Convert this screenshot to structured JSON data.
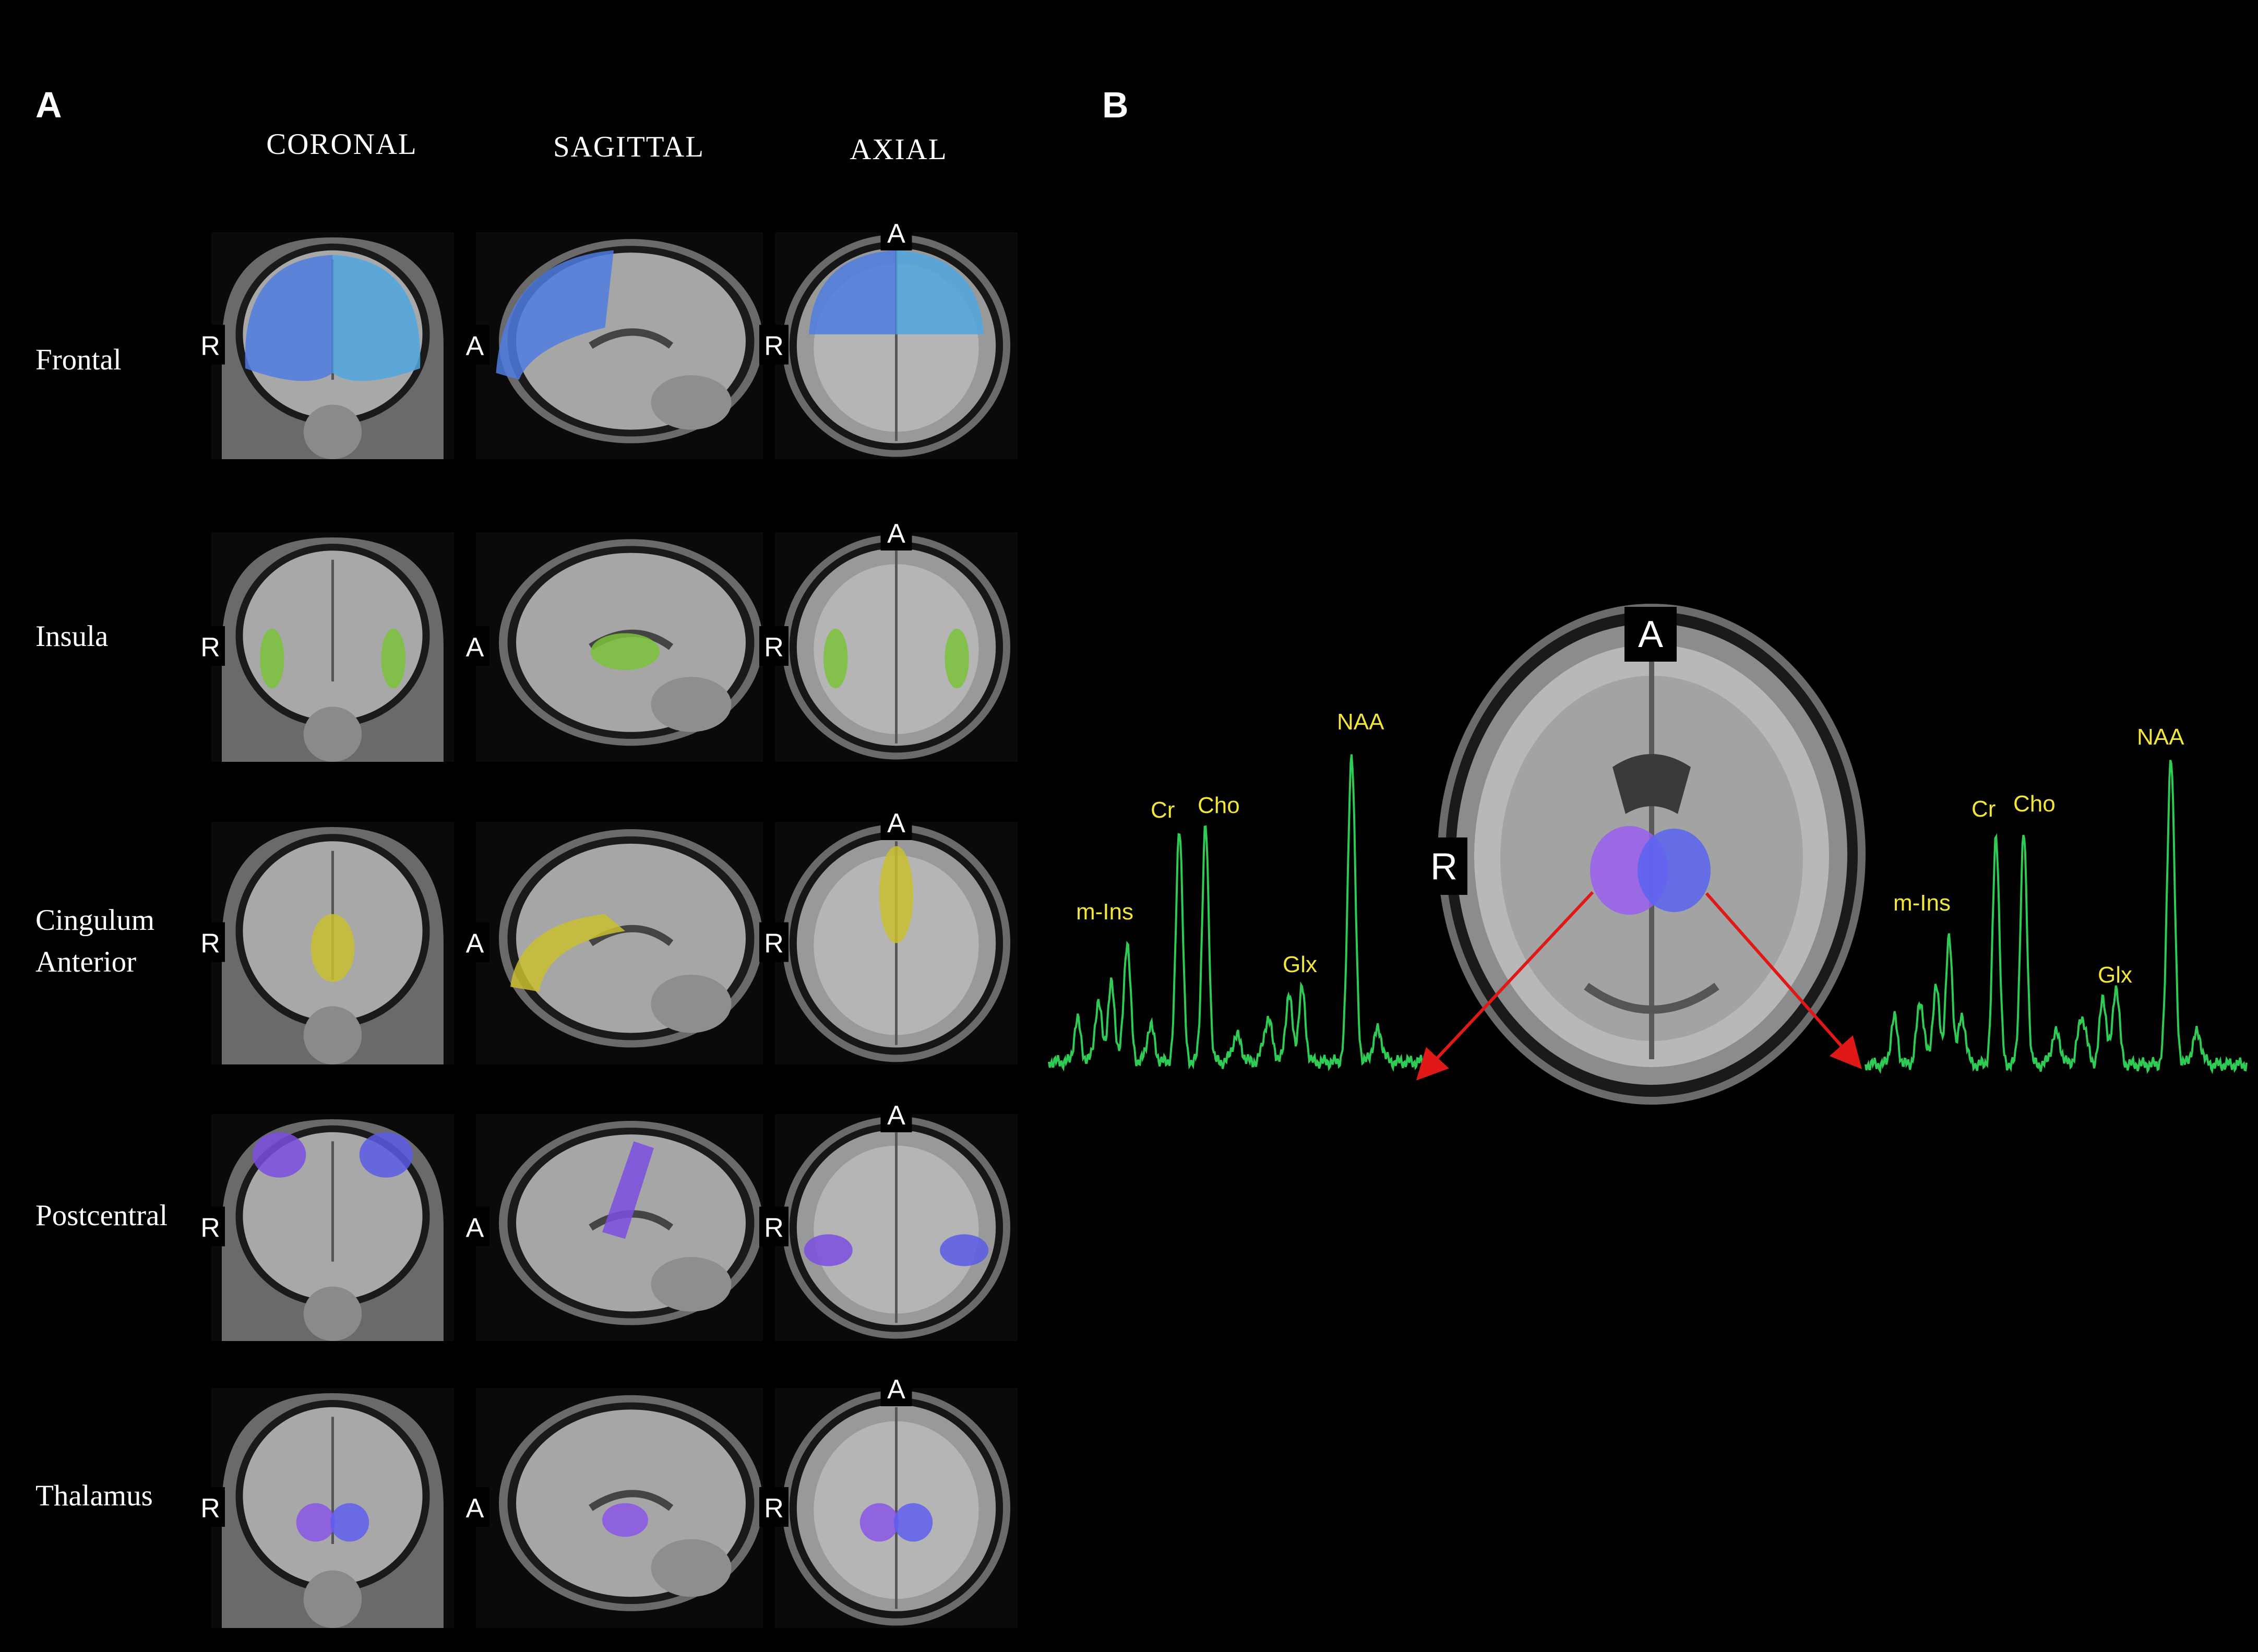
{
  "panels": {
    "a": "A",
    "b": "B"
  },
  "columns": [
    "CORONAL",
    "SAGITTAL",
    "AXIAL"
  ],
  "rows": [
    {
      "id": "frontal",
      "label_lines": [
        "Frontal"
      ],
      "overlay": "blue-bilateral",
      "colors": [
        "#4f7de0",
        "#4fa7e0"
      ]
    },
    {
      "id": "insula",
      "label_lines": [
        "Insula"
      ],
      "overlay": "green",
      "colors": [
        "#7ac23a",
        "#7ac23a"
      ]
    },
    {
      "id": "cingulum",
      "label_lines": [
        "Cingulum",
        "Anterior"
      ],
      "overlay": "yellow-green",
      "colors": [
        "#c9c030",
        "#8fb83a"
      ]
    },
    {
      "id": "postcentral",
      "label_lines": [
        "Postcentral"
      ],
      "overlay": "violet",
      "colors": [
        "#7b4fe0",
        "#5a5ae6"
      ]
    },
    {
      "id": "thalamus",
      "label_lines": [
        "Thalamus"
      ],
      "overlay": "violet-center",
      "colors": [
        "#8a55e6",
        "#5f5ff0"
      ]
    }
  ],
  "orientation_markers": {
    "right": "R",
    "anterior": "A"
  },
  "panel_b": {
    "left_spectrum_peaks": [
      "m-Ins",
      "Cr",
      "Cho",
      "Glx",
      "NAA"
    ],
    "right_spectrum_peaks": [
      "m-Ins",
      "Cr",
      "Cho",
      "Glx",
      "NAA"
    ],
    "spectrum_color": "#2ecc55",
    "arrow_color": "#e01818",
    "thalamus_colors": [
      "#9a5ff0",
      "#5a64f0"
    ]
  }
}
